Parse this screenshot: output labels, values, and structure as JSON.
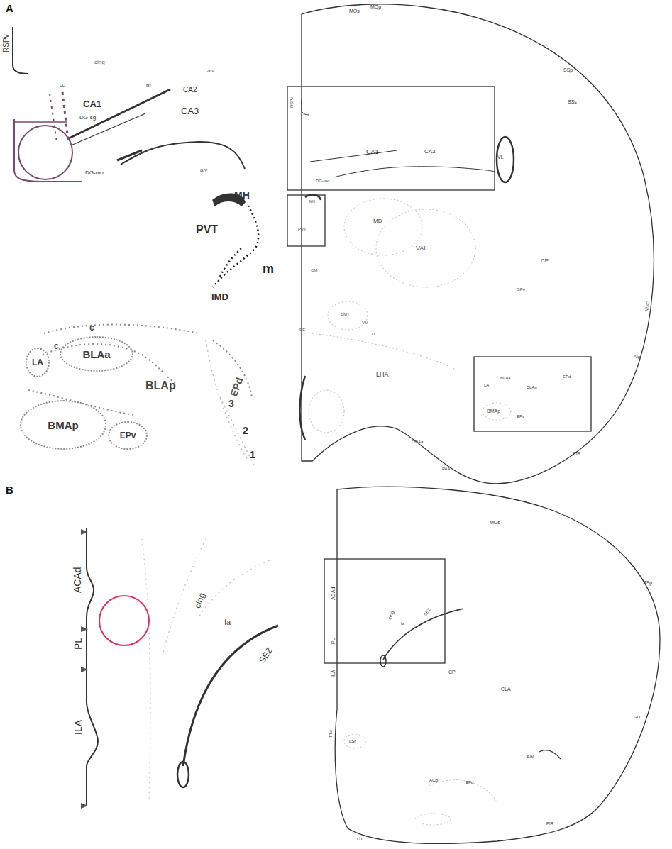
{
  "diagram": {
    "nodes": [
      {
        "text": [
          "LA"
        ]
      },
      {
        "text": [
          "BLAa"
        ]
      },
      {
        "text": [
          "BMAp"
        ]
      },
      {
        "text": [
          "EPv"
        ]
      }
    ],
    "labels": [
      "A",
      "RSPv",
      "cing",
      "cc",
      "CA1",
      "hf",
      "DG-sg",
      "CA2",
      "CA3",
      "alv",
      "alv",
      "DG-mo",
      "MH",
      "PVT",
      "m",
      "IMD",
      "c",
      "c",
      "BLAp",
      "EPd",
      "3",
      "2",
      "1",
      "MOs",
      "MOp",
      "SSp",
      "SSs",
      "RSPv",
      "CA1",
      "CA3",
      "DG-mo",
      "VL",
      "MH",
      "PVT",
      "MD",
      "CM",
      "SMT",
      "VM",
      "RE",
      "ZI",
      "VAL",
      "CP",
      "LHA",
      "BLAa",
      "BLAp",
      "EPd",
      "BMAp",
      "EPv",
      "LA",
      "PIR",
      "COAa",
      "PAA",
      "VISC",
      "AIp",
      "GPe",
      "B",
      "ACAd",
      "PL",
      "ILA",
      "cing",
      "fa",
      "SEZ",
      "MOs",
      "SSp",
      "ACAd",
      "PL",
      "ILA",
      "cing",
      "fa",
      "SEZ",
      "CP",
      "CLA",
      "TTd",
      "ACB",
      "EPd",
      "AIv",
      "GU",
      "PIR",
      "OT",
      "LSr"
    ]
  }
}
